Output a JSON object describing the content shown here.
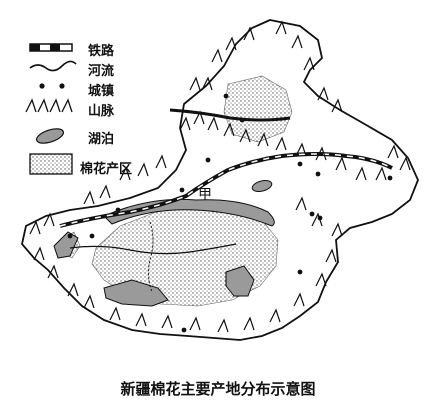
{
  "legend": {
    "items": [
      {
        "key": "railway",
        "label": "铁路"
      },
      {
        "key": "river",
        "label": "河流"
      },
      {
        "key": "town",
        "label": "城镇"
      },
      {
        "key": "mountain",
        "label": "山脉"
      },
      {
        "key": "lake",
        "label": "湖泊"
      },
      {
        "key": "cotton",
        "label": "棉花产区"
      }
    ]
  },
  "map": {
    "place_label": "甲",
    "caption": "新疆棉花主要产地分布示意图"
  },
  "colors": {
    "ink": "#111111",
    "lake_fill": "#9a9a9a",
    "cotton_hatch": "#8a8a8a",
    "background": "#ffffff"
  }
}
